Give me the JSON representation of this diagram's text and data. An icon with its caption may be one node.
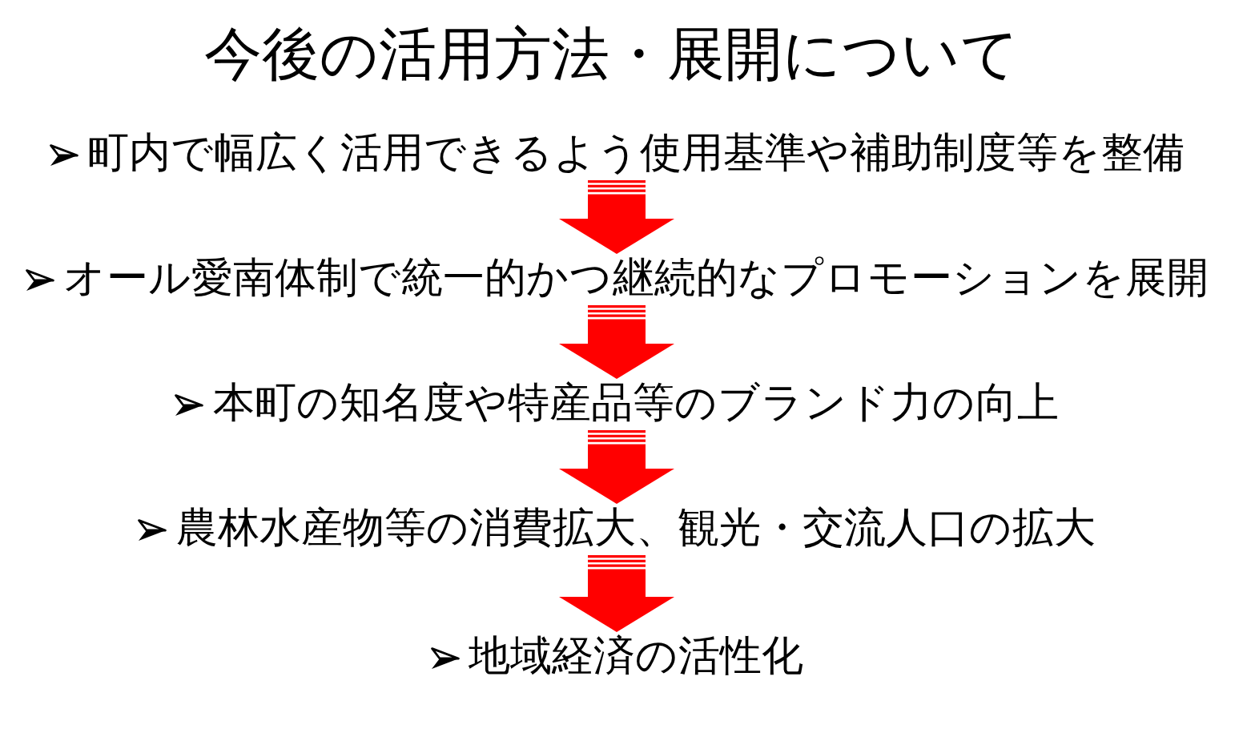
{
  "diagram": {
    "title": "今後の活用方法・展開について",
    "nodes": [
      {
        "text": [
          "町内で幅広く活用できるよう使用基準や補助制度等を整備"
        ]
      },
      {
        "text": [
          "オール愛南体制で統一的かつ継続的なプロモーションを展開"
        ]
      },
      {
        "text": [
          "本町の知名度や特産品等のブランド力の向上"
        ]
      },
      {
        "text": [
          "農林水産物等の消費拡大、観光・交流人口の拡大"
        ]
      },
      {
        "text": [
          "地域経済の活性化"
        ]
      }
    ],
    "edges": [
      {
        "from": 0,
        "to": 1,
        "arrow": "to"
      },
      {
        "from": 1,
        "to": 2,
        "arrow": "to"
      },
      {
        "from": 2,
        "to": 3,
        "arrow": "to"
      },
      {
        "from": 3,
        "to": 4,
        "arrow": "to"
      }
    ]
  }
}
